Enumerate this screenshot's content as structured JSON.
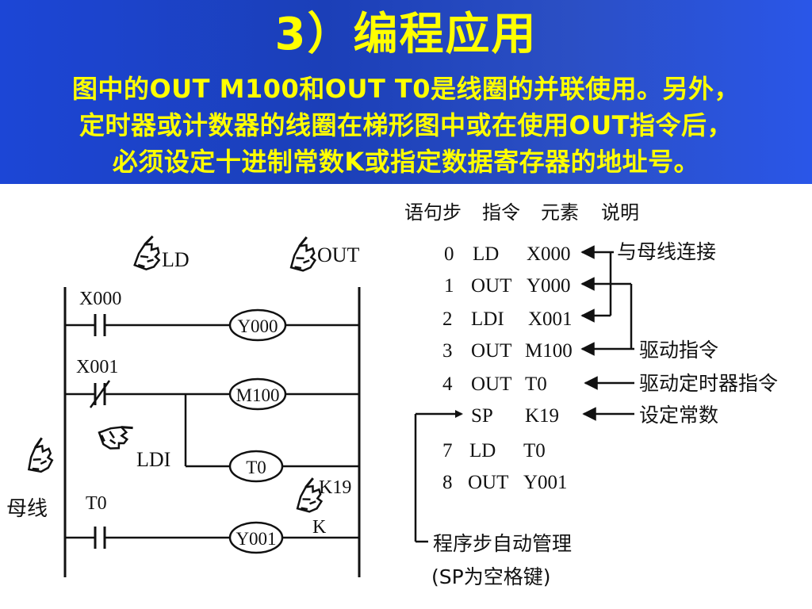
{
  "header": {
    "title": "3）编程应用",
    "lines": [
      "图中的OUT  M100和OUT  T0是线圈的并联使用。另外，",
      "定时器或计数器的线圈在梯形图中或在使用OUT指令后，",
      "必须设定十进制常数K或指定数据寄存器的地址号。"
    ]
  },
  "ladder": {
    "busbar_label": "母线",
    "callouts": {
      "ld": "LD",
      "out": "OUT",
      "ldi": "LDI",
      "k19": "K19",
      "k": "K"
    },
    "contacts": {
      "x000": "X000",
      "x001": "X001",
      "t0": "T0"
    },
    "coils": {
      "y000": "Y000",
      "m100": "M100",
      "t0": "T0",
      "y001": "Y001"
    },
    "icons": [
      "pointing-hand-icon"
    ]
  },
  "program": {
    "headers": {
      "step": "语句步",
      "instruction": "指令",
      "element": "元素",
      "note": "说明"
    },
    "rows": [
      {
        "step": "0",
        "instruction": "LD",
        "element": "X000"
      },
      {
        "step": "1",
        "instruction": "OUT",
        "element": "Y000"
      },
      {
        "step": "2",
        "instruction": "LDI",
        "element": "X001"
      },
      {
        "step": "3",
        "instruction": "OUT",
        "element": "M100"
      },
      {
        "step": "4",
        "instruction": "OUT",
        "element": "T0"
      },
      {
        "step": "",
        "instruction": "SP",
        "element": "K19"
      },
      {
        "step": "7",
        "instruction": "LD",
        "element": "T0"
      },
      {
        "step": "8",
        "instruction": "OUT",
        "element": "Y001"
      }
    ],
    "notes": {
      "connect_bus": "与母线连接",
      "drive_instruction": "驱动指令",
      "drive_timer": "驱动定时器指令",
      "set_constant": "设定常数",
      "auto_manage_1": "程序步自动管理",
      "auto_manage_2": "(SP为空格键)"
    }
  }
}
